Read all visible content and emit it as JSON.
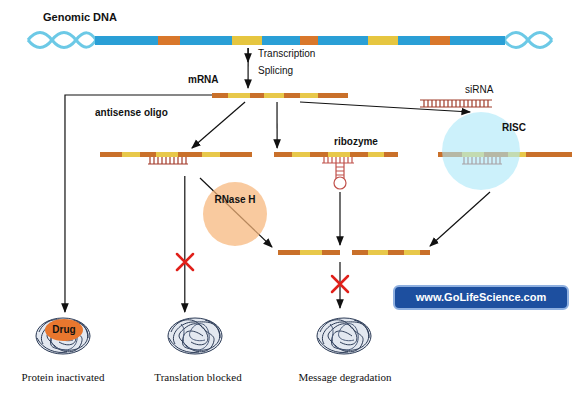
{
  "diagram": {
    "nodes": [
      {
        "text": [
          "Genomic DNA"
        ]
      },
      {
        "text": [
          "mRNA"
        ]
      },
      {
        "text": [
          "siRNA"
        ]
      },
      {
        "text": [
          "antisense oligo"
        ]
      },
      {
        "text": [
          "ribozyme"
        ]
      },
      {
        "text": [
          "RISC"
        ]
      },
      {
        "text": [
          "RNase H"
        ]
      },
      {
        "text": [
          "www.GoLifeScience.com"
        ]
      },
      {
        "text": [
          "Protein inactivated"
        ]
      },
      {
        "text": [
          "Drug"
        ],
        "in": 8
      },
      {
        "text": [
          "Translation blocked"
        ]
      },
      {
        "text": [
          "Message degradation"
        ]
      }
    ],
    "edges": [
      {
        "from": 0,
        "to": 1,
        "arrow": "to"
      },
      {
        "from": 1,
        "to": 3,
        "arrow": "to"
      },
      {
        "from": 1,
        "to": 4,
        "arrow": "to"
      },
      {
        "from": 1,
        "to": 5,
        "arrow": "to"
      },
      {
        "from": 1,
        "to": 8,
        "arrow": "to"
      },
      {
        "from": 3,
        "to": 10,
        "arrow": "to"
      }
    ],
    "labels": [
      "Transcription",
      "Splicing"
    ]
  }
}
